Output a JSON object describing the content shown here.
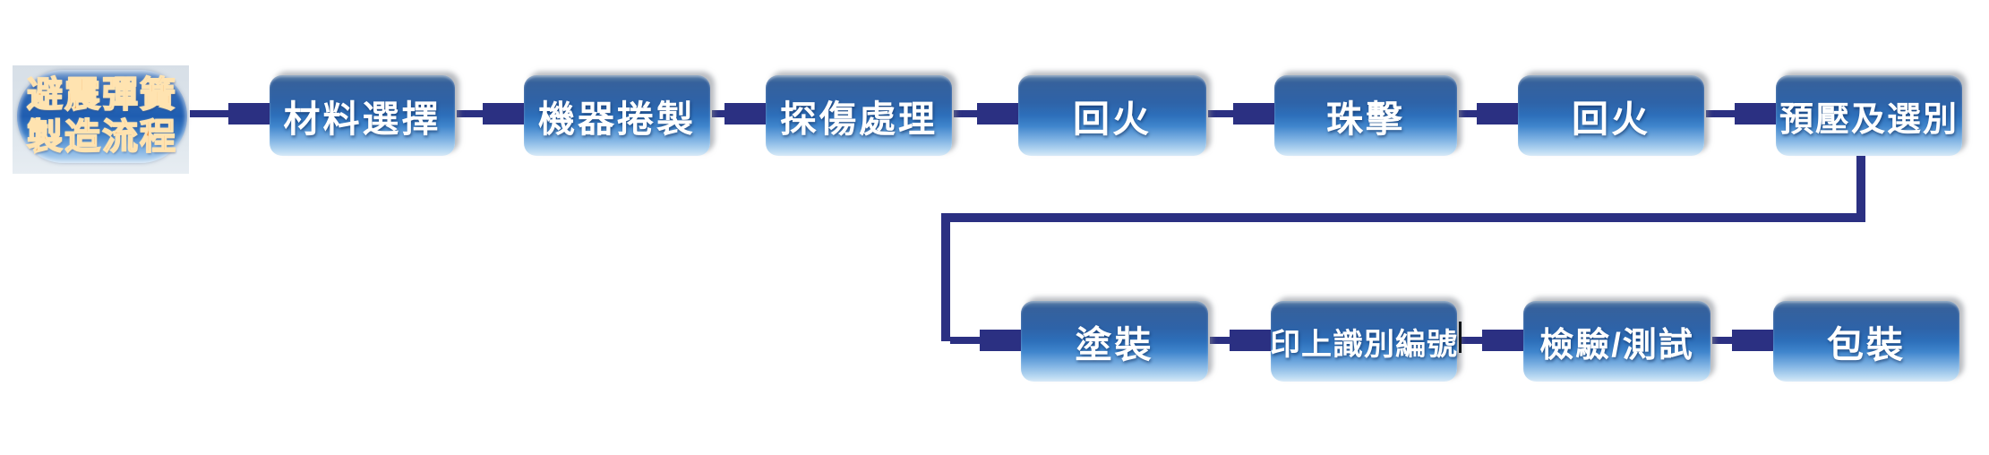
{
  "diagram": {
    "start": {
      "line1": "避震彈簧",
      "line2": "製造流程"
    },
    "row1": [
      "材料選擇",
      "機器捲製",
      "探傷處理",
      "回火",
      "珠擊",
      "回火",
      "預壓及選別"
    ],
    "row2": [
      "塗裝",
      "印上識別編號",
      "檢驗/測試",
      "包裝"
    ]
  },
  "colors": {
    "connector_navy": "#2b3082",
    "box_gradient_top": "#36619c",
    "box_gradient_mid": "#2d6fba",
    "box_gradient_bottom": "#d8eaf8",
    "oval_text_orange": "#ef9d51",
    "oval_text_outline": "#ffe3b0",
    "start_backdrop_gray": "#dde5ec",
    "node_text": "#ffffff"
  }
}
